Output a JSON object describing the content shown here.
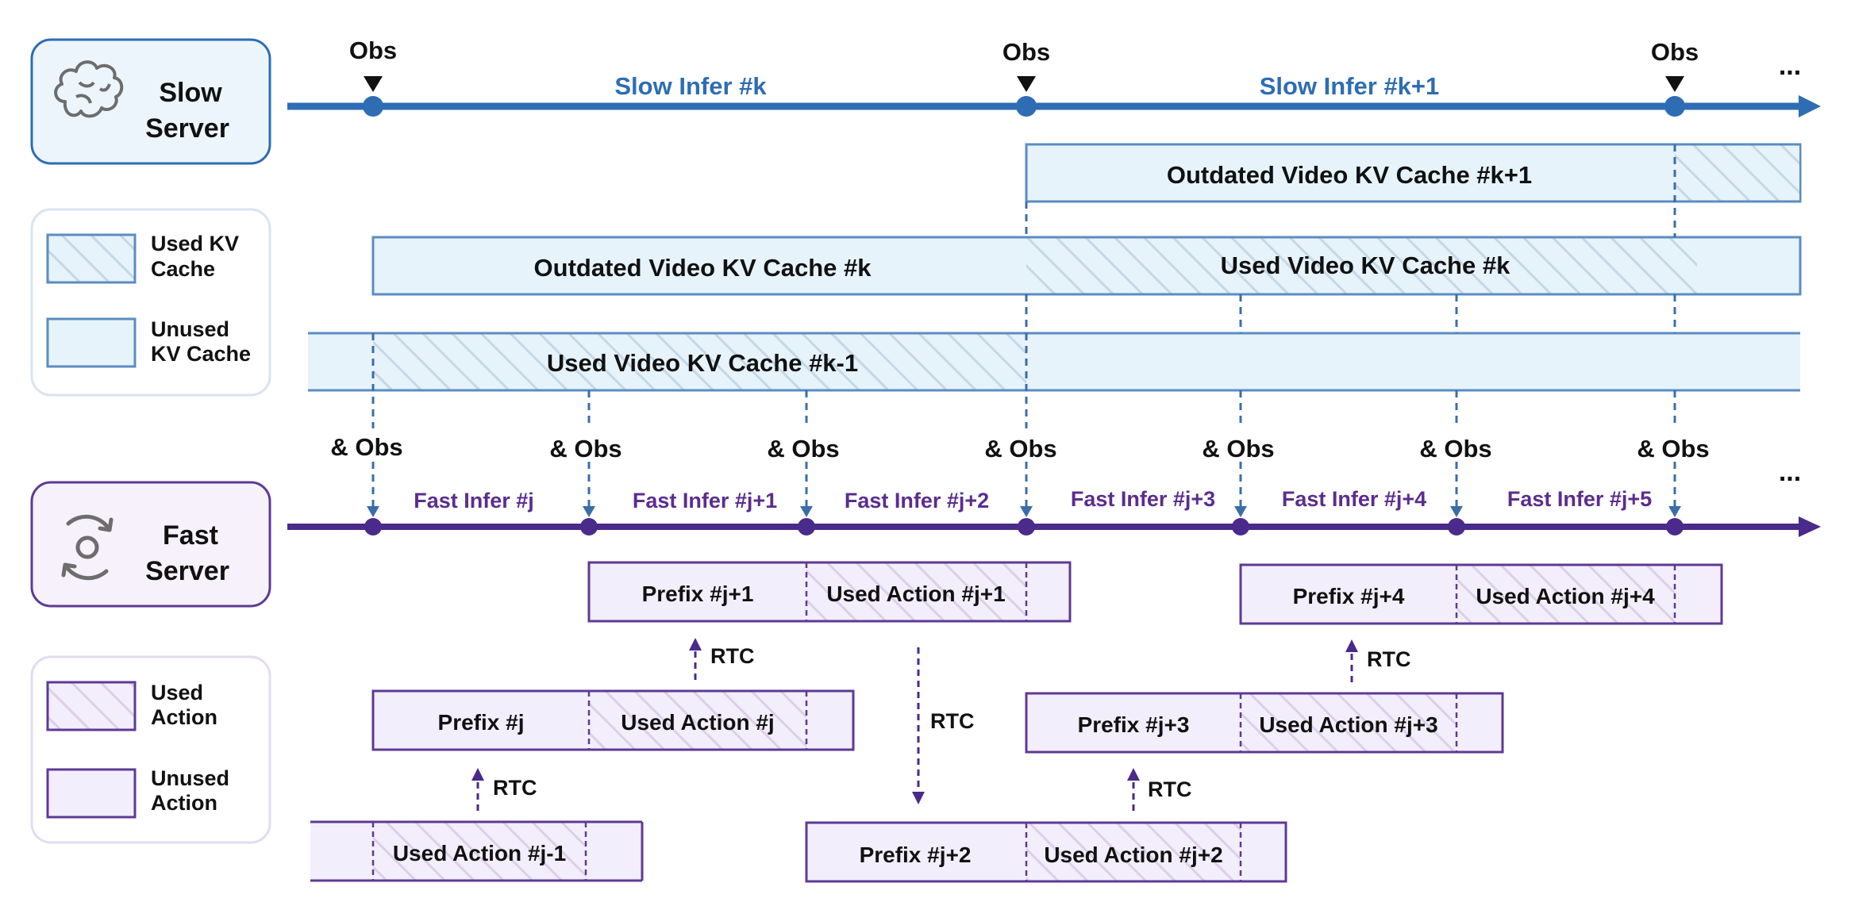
{
  "colors": {
    "slow_blue": "#2e6db3",
    "dash_blue": "#3b6ea8",
    "kv_fill": "#e6f3fb",
    "kv_border": "#5b8cc2",
    "fast_purple": "#4a2a8a",
    "action_fill": "#f3eefb",
    "action_border": "#5e3a94",
    "server_panel_blue": "#edf5fc",
    "server_panel_purple": "#f6f1fb"
  },
  "slow_server": {
    "label_line1": "Slow",
    "label_line2": "Server",
    "icon": "brain-icon",
    "obs": [
      "Obs",
      "Obs",
      "Obs"
    ],
    "infer": [
      "Slow Infer #k",
      "Slow Infer #k+1"
    ],
    "ellipsis": "..."
  },
  "fast_server": {
    "label_line1": "Fast",
    "label_line2": "Server",
    "icon": "refresh-cycle-icon",
    "obs": [
      "& Obs",
      "& Obs",
      "& Obs",
      "& Obs",
      "& Obs",
      "& Obs",
      "& Obs"
    ],
    "infer": [
      "Fast Infer #j",
      "Fast Infer #j+1",
      "Fast Infer #j+2",
      "Fast Infer #j+3",
      "Fast Infer #j+4",
      "Fast Infer #j+5"
    ],
    "ellipsis": "..."
  },
  "legend_kv": {
    "used_line1": "Used KV",
    "used_line2": "Cache",
    "unused_line1": "Unused",
    "unused_line2": "KV Cache"
  },
  "legend_action": {
    "used_line1": "Used",
    "used_line2": "Action",
    "unused_line1": "Unused",
    "unused_line2": "Action"
  },
  "kv_caches": {
    "k_plus_1": "Outdated Video KV Cache #k+1",
    "k_outdated": "Outdated Video KV Cache #k",
    "k_used": "Used Video KV Cache #k",
    "k_minus_1": "Used Video KV Cache #k-1"
  },
  "actions": {
    "a_jm1_used": "Used Action #j-1",
    "a_j_prefix": "Prefix #j",
    "a_j_used": "Used Action #j",
    "a_j1_prefix": "Prefix #j+1",
    "a_j1_used": "Used Action #j+1",
    "a_j2_prefix": "Prefix #j+2",
    "a_j2_used": "Used Action #j+2",
    "a_j3_prefix": "Prefix #j+3",
    "a_j3_used": "Used Action #j+3",
    "a_j4_prefix": "Prefix #j+4",
    "a_j4_used": "Used Action #j+4"
  },
  "rtc": [
    "RTC",
    "RTC",
    "RTC",
    "RTC",
    "RTC"
  ]
}
